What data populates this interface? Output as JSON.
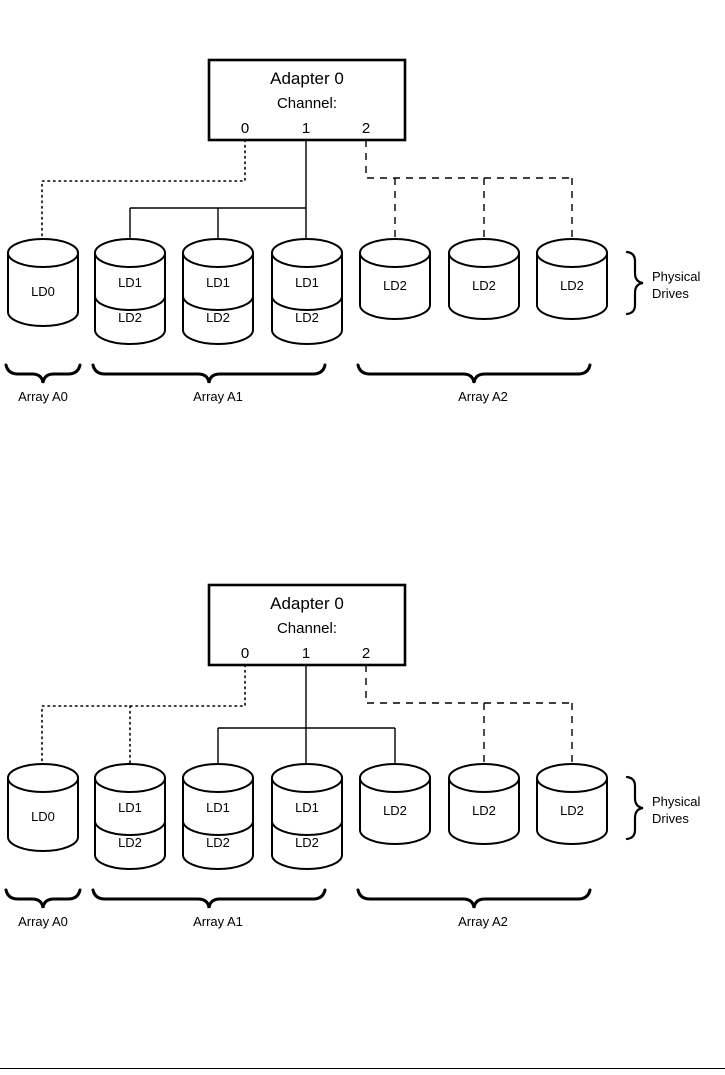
{
  "page": {
    "background_color": "#ffffff",
    "line_color": "#000000",
    "footer_rule": true
  },
  "figures": [
    {
      "id": "figure-1",
      "adapter": {
        "title": "Adapter 0",
        "subtitle": "Channel:",
        "channels": [
          {
            "label": "0",
            "style": "dotted"
          },
          {
            "label": "1",
            "style": "solid"
          },
          {
            "label": "2",
            "style": "dashed"
          }
        ]
      },
      "drives": [
        {
          "index": 0,
          "logical_drives": [
            "LD0"
          ],
          "channel": "0",
          "array": "A0"
        },
        {
          "index": 1,
          "logical_drives": [
            "LD1",
            "LD2"
          ],
          "channel": "1",
          "array": "A1"
        },
        {
          "index": 2,
          "logical_drives": [
            "LD1",
            "LD2"
          ],
          "channel": "1",
          "array": "A1"
        },
        {
          "index": 3,
          "logical_drives": [
            "LD1",
            "LD2"
          ],
          "channel": "1",
          "array": "A1"
        },
        {
          "index": 4,
          "logical_drives": [
            "LD2"
          ],
          "channel": "2",
          "array": "A2"
        },
        {
          "index": 5,
          "logical_drives": [
            "LD2"
          ],
          "channel": "2",
          "array": "A2"
        },
        {
          "index": 6,
          "logical_drives": [
            "LD2"
          ],
          "channel": "2",
          "array": "A2"
        }
      ],
      "arrays": [
        {
          "label": "Array A0",
          "drives": [
            0
          ]
        },
        {
          "label": "Array A1",
          "drives": [
            1,
            2,
            3
          ]
        },
        {
          "label": "Array A2",
          "drives": [
            4,
            5,
            6
          ]
        }
      ],
      "physical_drives_label_line1": "Physical",
      "physical_drives_label_line2": "Drives"
    },
    {
      "id": "figure-2",
      "adapter": {
        "title": "Adapter 0",
        "subtitle": "Channel:",
        "channels": [
          {
            "label": "0",
            "style": "dotted"
          },
          {
            "label": "1",
            "style": "solid"
          },
          {
            "label": "2",
            "style": "dashed"
          }
        ]
      },
      "drives": [
        {
          "index": 0,
          "logical_drives": [
            "LD0"
          ],
          "channel": "0",
          "array": "A0"
        },
        {
          "index": 1,
          "logical_drives": [
            "LD1",
            "LD2"
          ],
          "channel": "0",
          "array": "A1"
        },
        {
          "index": 2,
          "logical_drives": [
            "LD1",
            "LD2"
          ],
          "channel": "1",
          "array": "A1"
        },
        {
          "index": 3,
          "logical_drives": [
            "LD1",
            "LD2"
          ],
          "channel": "1",
          "array": "A1"
        },
        {
          "index": 4,
          "logical_drives": [
            "LD2"
          ],
          "channel": "1",
          "array": "A2"
        },
        {
          "index": 5,
          "logical_drives": [
            "LD2"
          ],
          "channel": "2",
          "array": "A2"
        },
        {
          "index": 6,
          "logical_drives": [
            "LD2"
          ],
          "channel": "2",
          "array": "A2"
        }
      ],
      "arrays": [
        {
          "label": "Array A0",
          "drives": [
            0
          ]
        },
        {
          "label": "Array A1",
          "drives": [
            1,
            2,
            3
          ]
        },
        {
          "label": "Array A2",
          "drives": [
            4,
            5,
            6
          ]
        }
      ],
      "physical_drives_label_line1": "Physical",
      "physical_drives_label_line2": "Drives"
    }
  ]
}
